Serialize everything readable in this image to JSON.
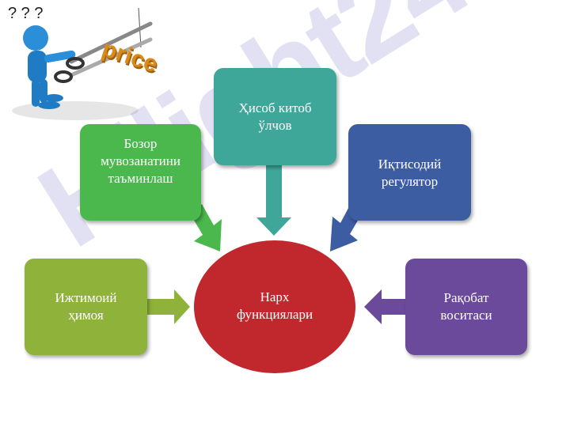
{
  "logo": {
    "question_marks": "? ? ?",
    "price_text": "price"
  },
  "center": {
    "label": "Нарх\nфункциялари",
    "color": "#c0282d"
  },
  "nodes": {
    "top": {
      "label": "Ҳисоб китоб\nўлчов",
      "color": "#3fa79a"
    },
    "upper_left": {
      "label": "Бозор\nмувозанатини\nтаъминлаш",
      "color": "#4bb84e"
    },
    "upper_right": {
      "label": "Иқтисодий\nрегулятор",
      "color": "#3d5da3"
    },
    "left": {
      "label": "Ижтимоий\nҳимоя",
      "color": "#8fb23a"
    },
    "right": {
      "label": "Рақобат\nвоситаси",
      "color": "#6b4a9c"
    }
  },
  "watermark": {
    "text": "Hilight24"
  }
}
